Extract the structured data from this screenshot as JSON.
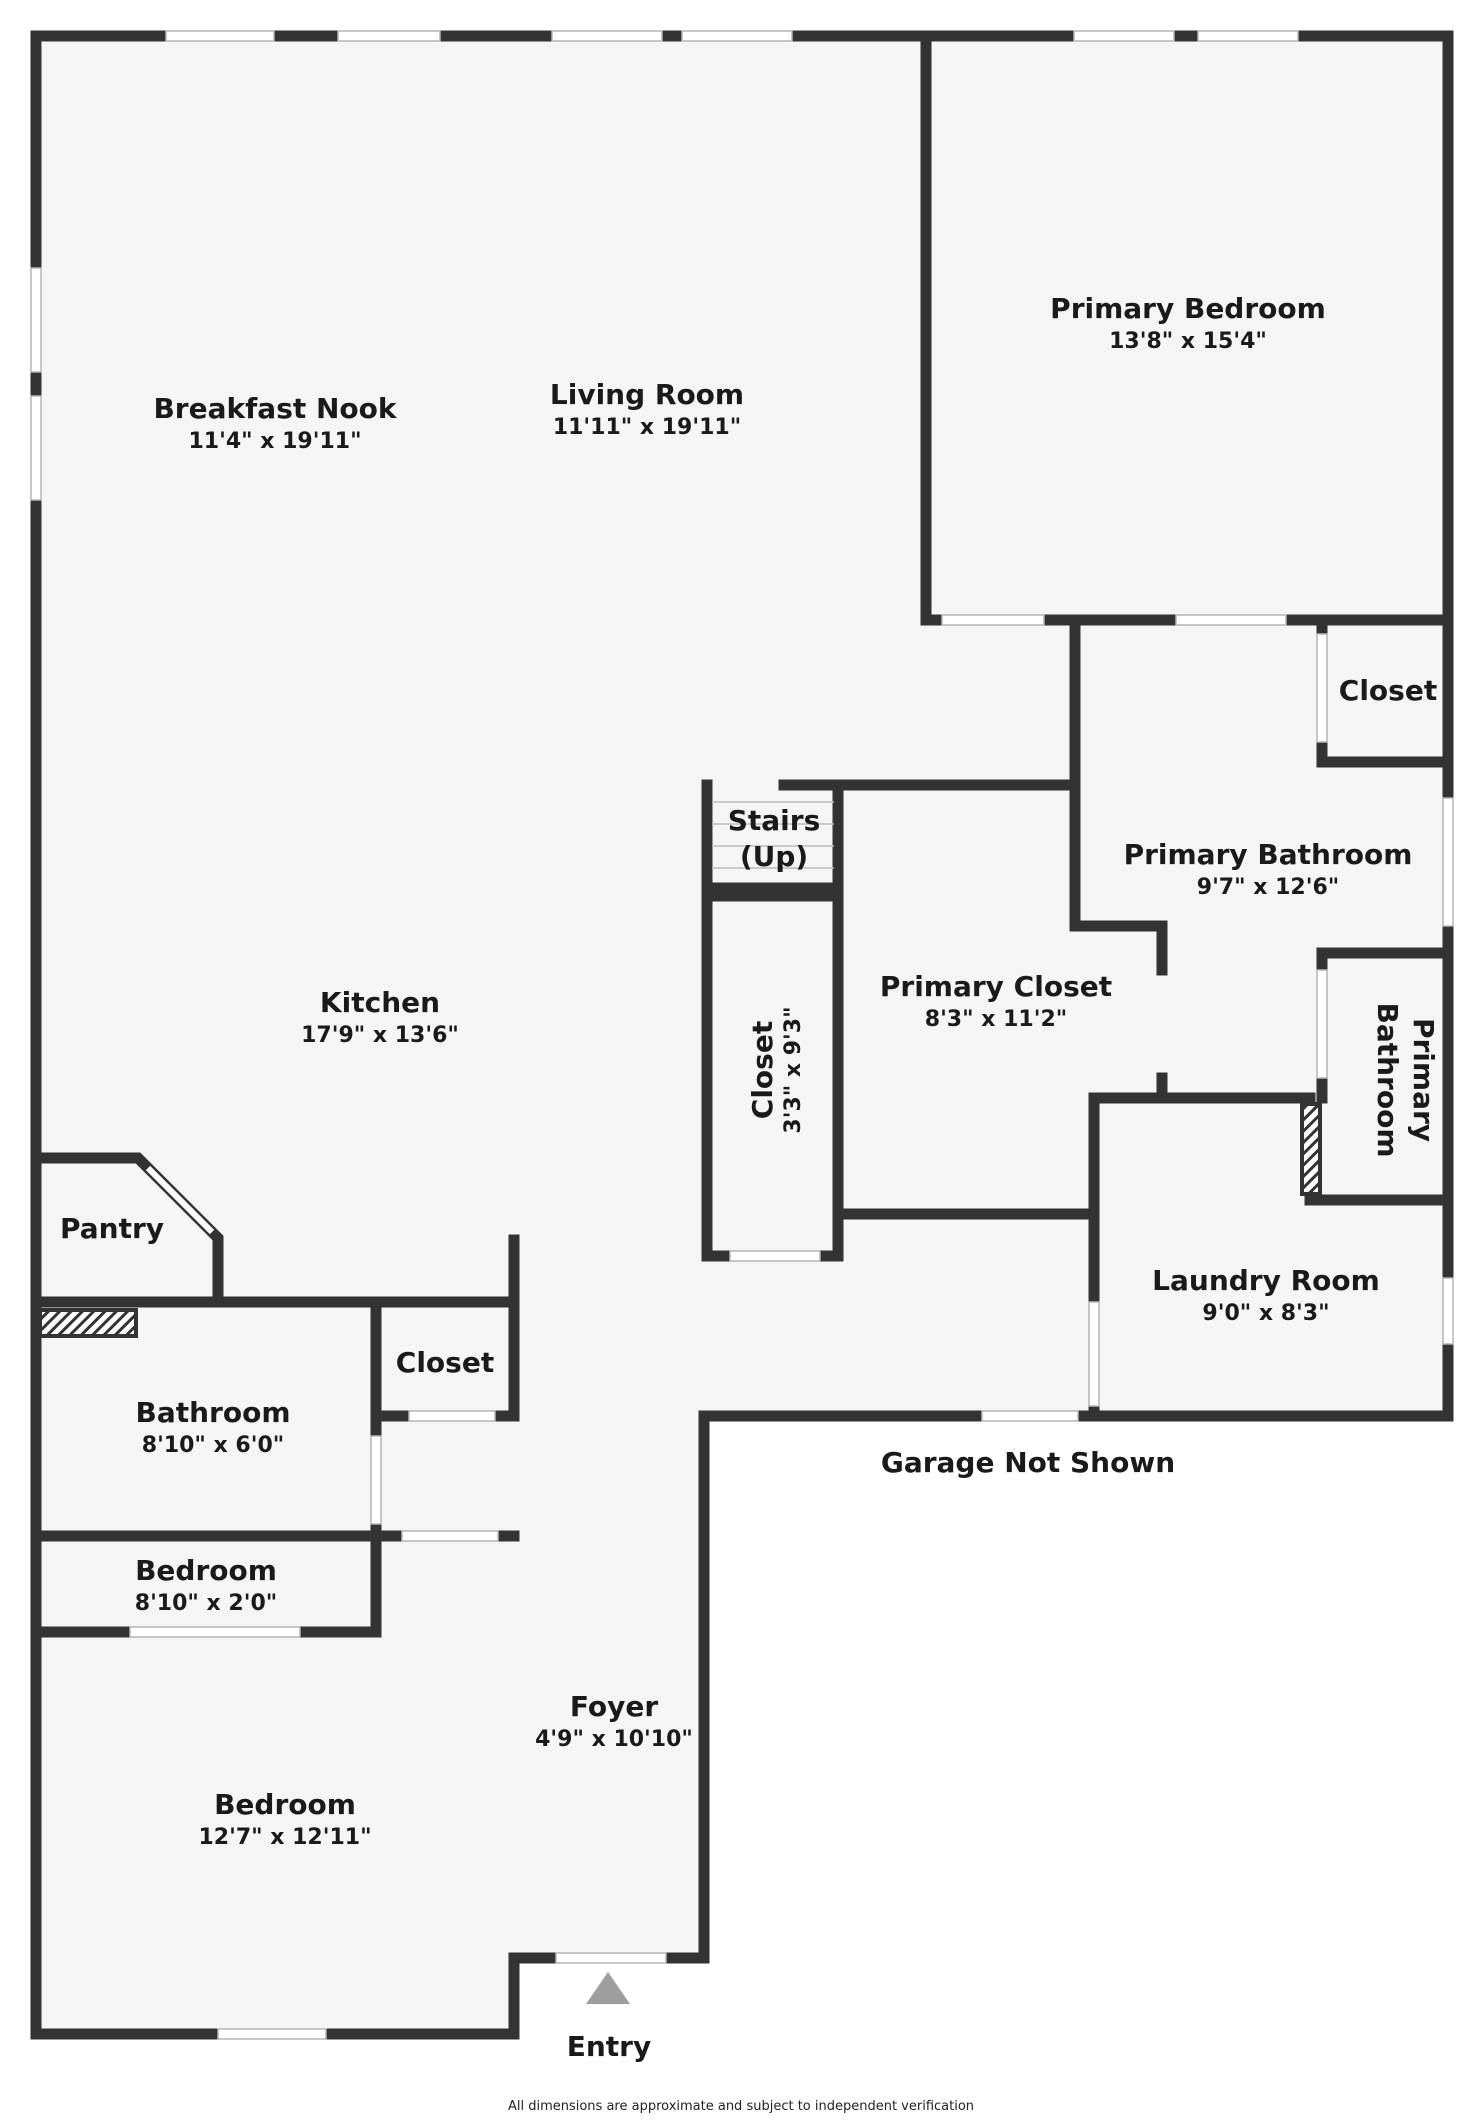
{
  "colors": {
    "wall": "#333333",
    "floor": "#f5f5f5",
    "window": "#ffffff",
    "text": "#1a1a1a",
    "entry_arrow": "#9e9e9e"
  },
  "rooms": {
    "breakfast_nook": {
      "name": "Breakfast Nook",
      "dims": "11'4\" x 19'11\""
    },
    "living_room": {
      "name": "Living Room",
      "dims": "11'11\" x 19'11\""
    },
    "primary_bedroom": {
      "name": "Primary Bedroom",
      "dims": "13'8\" x 15'4\""
    },
    "closet_primary_bath": {
      "name": "Closet"
    },
    "stairs": {
      "line1": "Stairs",
      "line2": "(Up)"
    },
    "primary_bathroom": {
      "name": "Primary Bathroom",
      "dims": "9'7\" x 12'6\""
    },
    "kitchen": {
      "name": "Kitchen",
      "dims": "17'9\" x 13'6\""
    },
    "closet_hall": {
      "name": "Closet",
      "dims": "3'3\" x 9'3\""
    },
    "primary_closet": {
      "name": "Primary Closet",
      "dims": "8'3\" x 11'2\""
    },
    "primary_bathroom_small": {
      "line1": "Primary",
      "line2": "Bathroom"
    },
    "pantry": {
      "name": "Pantry"
    },
    "laundry_room": {
      "name": "Laundry Room",
      "dims": "9'0\" x 8'3\""
    },
    "closet_foyer": {
      "name": "Closet"
    },
    "bathroom": {
      "name": "Bathroom",
      "dims": "8'10\" x 6'0\""
    },
    "bedroom_small": {
      "name": "Bedroom",
      "dims": "8'10\" x 2'0\""
    },
    "foyer": {
      "name": "Foyer",
      "dims": "4'9\" x 10'10\""
    },
    "bedroom": {
      "name": "Bedroom",
      "dims": "12'7\" x 12'11\""
    }
  },
  "labels": {
    "garage": "Garage Not Shown",
    "entry": "Entry",
    "disclaimer": "All dimensions are approximate and subject to independent verification"
  }
}
